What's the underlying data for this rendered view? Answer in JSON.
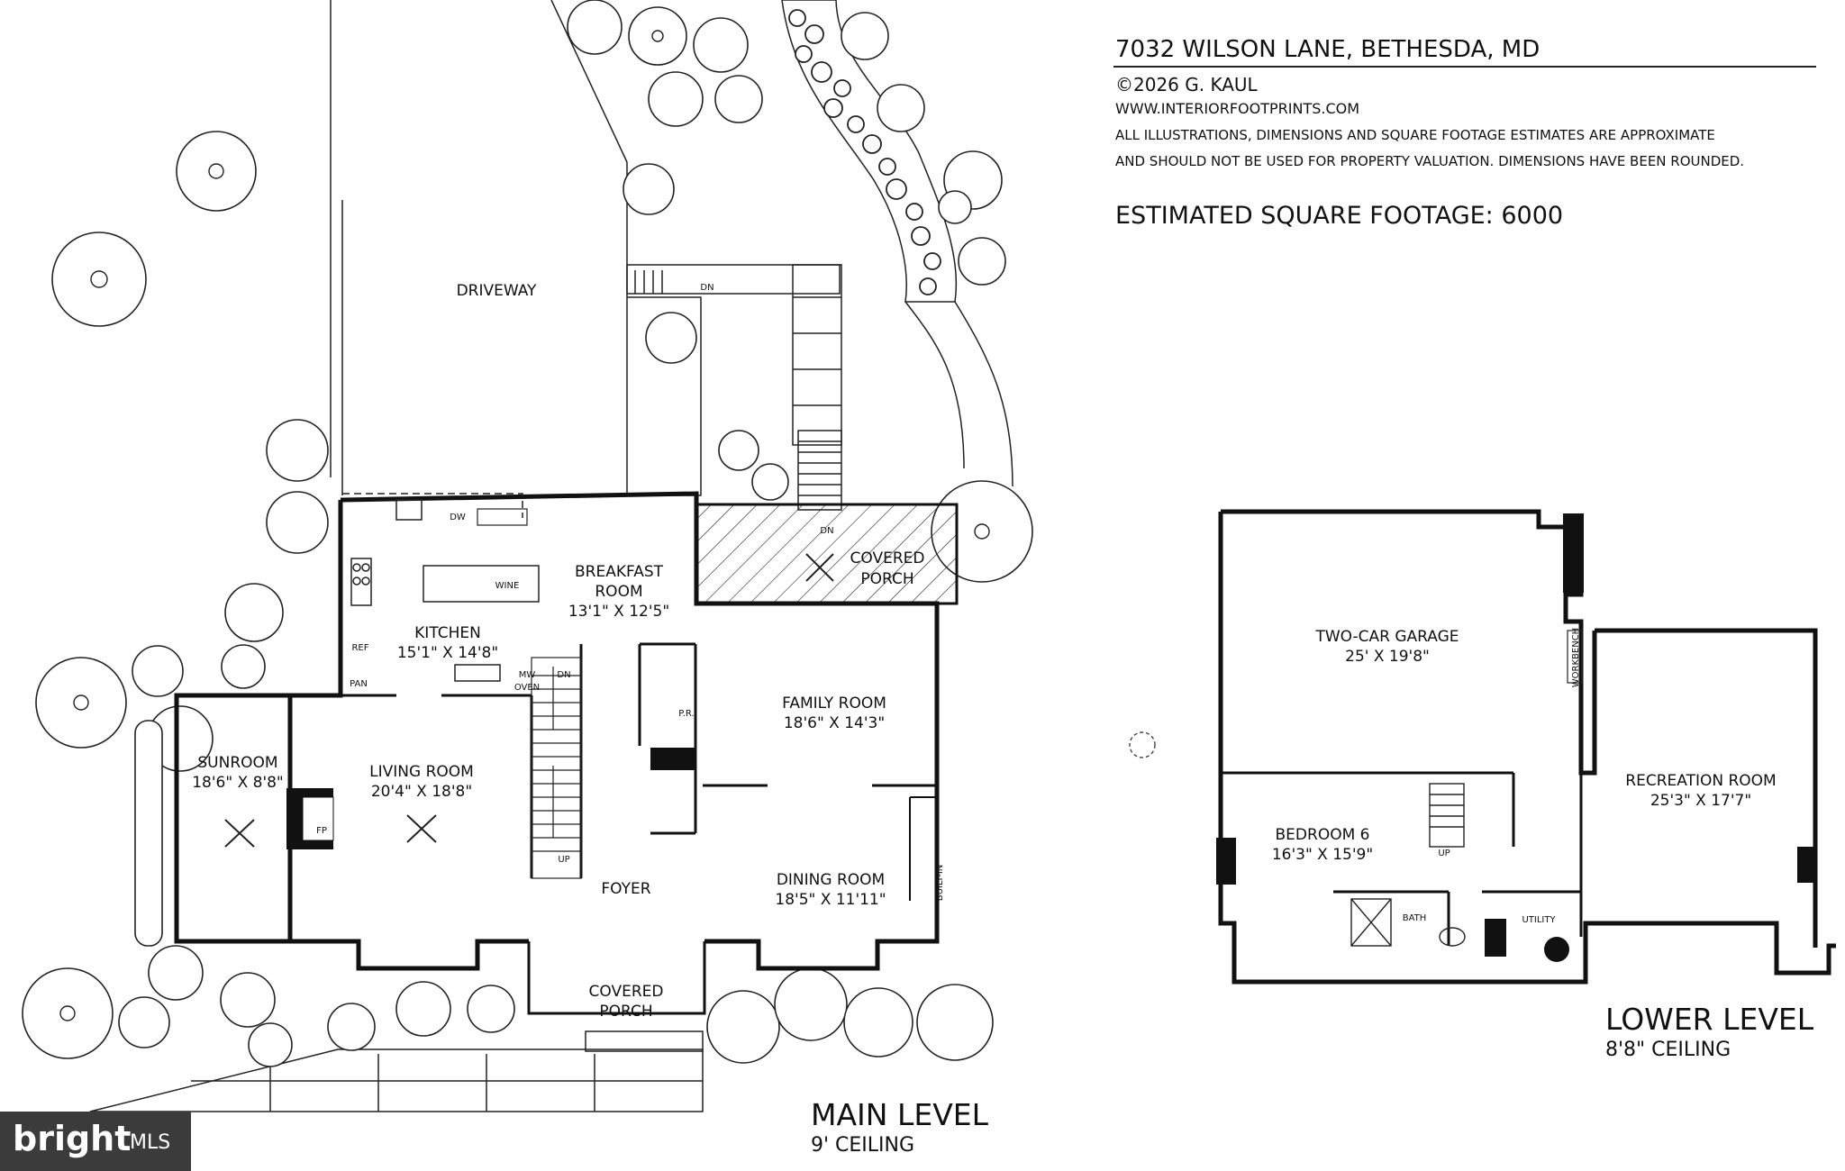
{
  "header": {
    "address": "7032 WILSON LANE, BETHESDA, MD",
    "copyright": "©2026  G. KAUL",
    "website": "WWW.INTERIORFOOTPRINTS.COM",
    "disclaimer_1": "ALL ILLUSTRATIONS, DIMENSIONS AND SQUARE FOOTAGE ESTIMATES ARE APPROXIMATE",
    "disclaimer_2": "AND  SHOULD NOT BE USED FOR PROPERTY VALUATION. DIMENSIONS HAVE BEEN ROUNDED.",
    "square_footage": "ESTIMATED SQUARE FOOTAGE: 6000"
  },
  "main_level": {
    "title": "MAIN LEVEL",
    "ceiling": "9' CEILING",
    "rooms": {
      "driveway": "DRIVEWAY",
      "breakfast_name_1": "BREAKFAST",
      "breakfast_name_2": "ROOM",
      "breakfast_dims": "13'1\" X 12'5\"",
      "covered_porch_back_1": "COVERED",
      "covered_porch_back_2": "PORCH",
      "kitchen_name": "KITCHEN",
      "kitchen_dims": "15'1\" X 14'8\"",
      "family_name": "FAMILY ROOM",
      "family_dims": "18'6\" X 14'3\"",
      "sunroom_name": "SUNROOM",
      "sunroom_dims": "18'6\" X 8'8\"",
      "living_name": "LIVING ROOM",
      "living_dims": "20'4\" X 18'8\"",
      "foyer": "FOYER",
      "dining_name": "DINING ROOM",
      "dining_dims": "18'5\" X 11'11\"",
      "covered_porch_front_1": "COVERED",
      "covered_porch_front_2": "PORCH"
    },
    "small": {
      "dn_top": "DN",
      "dn_porch": "DN",
      "dw": "DW",
      "wine": "WINE",
      "ref": "REF",
      "pan": "PAN",
      "mw": "MW",
      "oven": "OVEN",
      "dn_stair": "DN",
      "up_stair": "UP",
      "pr": "P.R.",
      "fp": "FP",
      "built_in": "BUILT-IN"
    }
  },
  "lower_level": {
    "title": "LOWER LEVEL",
    "ceiling": "8'8\" CEILING",
    "rooms": {
      "garage_name": "TWO-CAR GARAGE",
      "garage_dims": "25' X 19'8\"",
      "workbench": "WORKBENCH",
      "bedroom_name": "BEDROOM 6",
      "bedroom_dims": "16'3\" X 15'9\"",
      "recreation_name": "RECREATION ROOM",
      "recreation_dims": "25'3\" X 17'7\"",
      "bath": "BATH",
      "utility": "UTILITY",
      "up": "UP"
    }
  },
  "watermark": {
    "brand": "bright",
    "suffix": "MLS"
  }
}
